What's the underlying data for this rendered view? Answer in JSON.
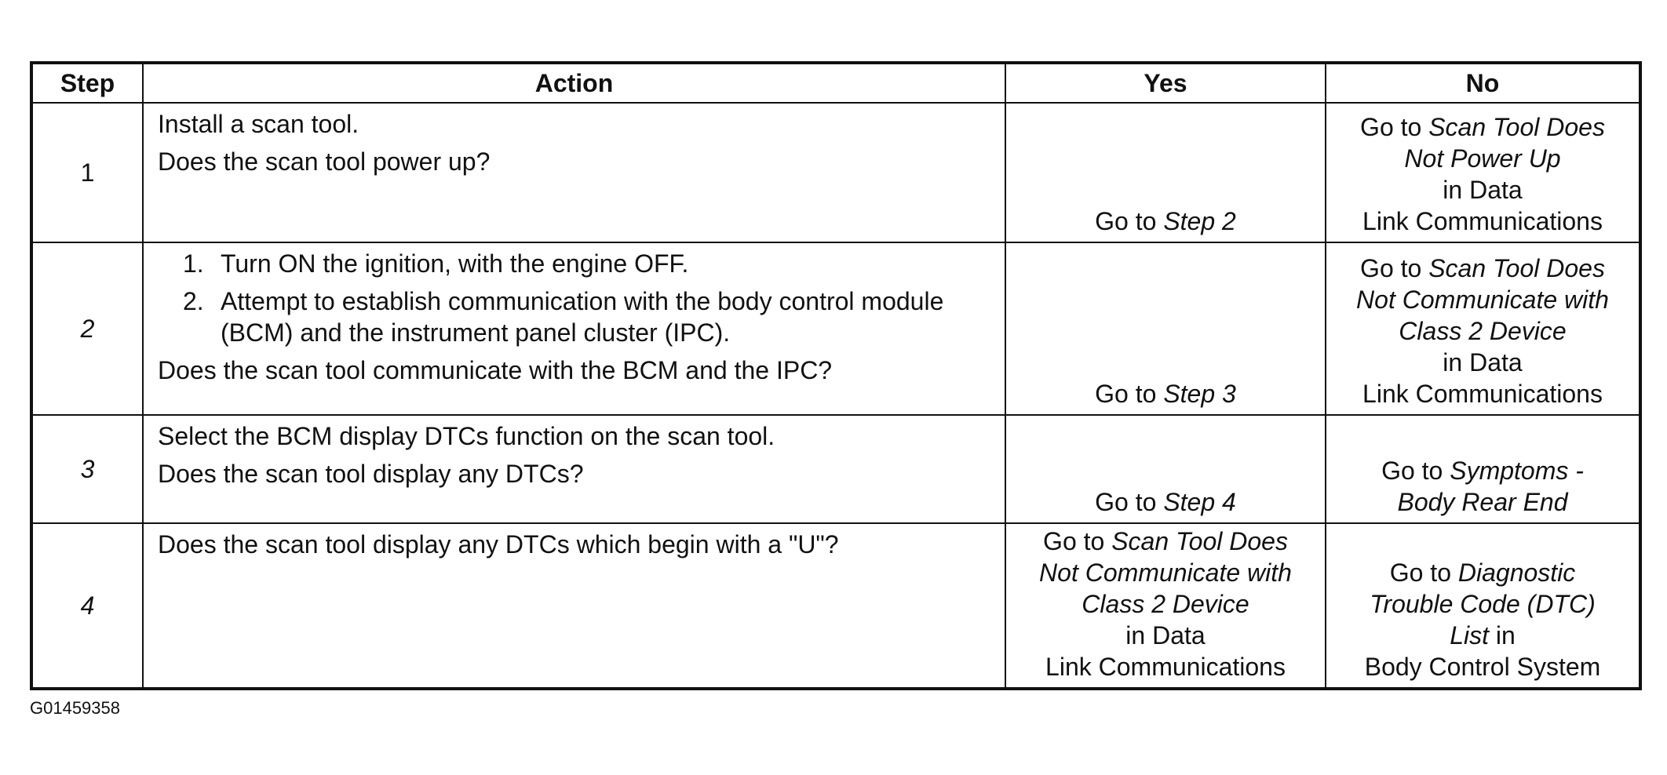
{
  "table": {
    "headers": {
      "step": "Step",
      "action": "Action",
      "yes": "Yes",
      "no": "No"
    },
    "rows": [
      {
        "step": "1",
        "action": {
          "lines_before": [
            "Install a scan tool."
          ],
          "numbered": [],
          "question": "Does the scan tool power up?"
        },
        "yes": {
          "prefix": "Go to ",
          "ref": "Step 2"
        },
        "no": {
          "prefix": "Go to ",
          "ref_line1": "Scan Tool Does",
          "ref_line2": "Not Power Up",
          "suffix_line1": "in Data",
          "suffix_line2": "Link Communications"
        }
      },
      {
        "step": "2",
        "action": {
          "lines_before": [],
          "numbered": [
            {
              "num": "1.",
              "text": "Turn ON the ignition, with the engine OFF."
            },
            {
              "num": "2.",
              "text": "Attempt to establish communication with the body control module (BCM) and the instrument panel cluster (IPC)."
            }
          ],
          "question": "Does the scan tool communicate with the BCM and the IPC?"
        },
        "yes": {
          "prefix": "Go to ",
          "ref": "Step 3"
        },
        "no": {
          "prefix": "Go to ",
          "ref_line1": "Scan Tool Does",
          "ref_line2": "Not Communicate with",
          "ref_line3": "Class 2 Device",
          "suffix_line1": "in Data",
          "suffix_line2": "Link Communications"
        }
      },
      {
        "step": "3",
        "action": {
          "lines_before": [
            "Select the BCM display DTCs function on the scan tool."
          ],
          "numbered": [],
          "question": "Does the scan tool display any DTCs?"
        },
        "yes": {
          "prefix": "Go to ",
          "ref": "Step 4"
        },
        "no": {
          "prefix": "Go to ",
          "ref_line1": "Symptoms -",
          "ref_line2": "Body Rear End"
        }
      },
      {
        "step": "4",
        "action": {
          "lines_before": [],
          "numbered": [],
          "question": "Does the scan tool display any DTCs which begin with a \"U\"?"
        },
        "yes": {
          "prefix": "Go to ",
          "ref_line1": "Scan Tool Does",
          "ref_line2": "Not Communicate with",
          "ref_line3": "Class 2 Device",
          "suffix_line1": "in Data",
          "suffix_line2": "Link Communications"
        },
        "no": {
          "prefix": "Go to ",
          "ref_line1": "Diagnostic",
          "ref_line2": "Trouble Code (DTC)",
          "ref_line3": "List",
          "suffix_inline": " in",
          "suffix_line2": "Body Control System"
        }
      }
    ]
  },
  "figure_id": "G01459358"
}
